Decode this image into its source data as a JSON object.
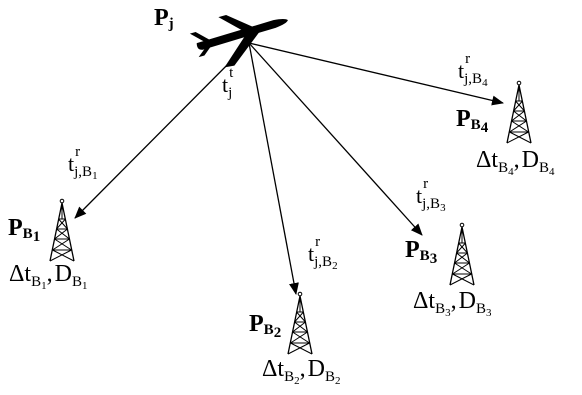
{
  "aircraft": {
    "label_base": "P",
    "label_sub": "j",
    "tx_time_base": "t",
    "tx_time_sup": "t",
    "tx_time_sub": "j"
  },
  "towers": [
    {
      "id": "B1",
      "p_base": "P",
      "p_sub": "B",
      "p_subsub": "1",
      "t_base": "t",
      "t_sup": "r",
      "t_sub": "j,B",
      "t_subsub": "1",
      "delta": "Δt",
      "delta_sub": "B",
      "delta_subsub": "1",
      "sep": ",",
      "d": "D",
      "d_sub": "B",
      "d_subsub": "1"
    },
    {
      "id": "B2",
      "p_base": "P",
      "p_sub": "B",
      "p_subsub": "2",
      "t_base": "t",
      "t_sup": "r",
      "t_sub": "j,B",
      "t_subsub": "2",
      "delta": "Δt",
      "delta_sub": "B",
      "delta_subsub": "2",
      "sep": ",",
      "d": "D",
      "d_sub": "B",
      "d_subsub": "2"
    },
    {
      "id": "B3",
      "p_base": "P",
      "p_sub": "B",
      "p_subsub": "3",
      "t_base": "t",
      "t_sup": "r",
      "t_sub": "j,B",
      "t_subsub": "3",
      "delta": "Δt",
      "delta_sub": "B",
      "delta_subsub": "3",
      "sep": ",",
      "d": "D",
      "d_sub": "B",
      "d_subsub": "3"
    },
    {
      "id": "B4",
      "p_base": "P",
      "p_sub": "B",
      "p_subsub": "4",
      "t_base": "t",
      "t_sup": "r",
      "t_sub": "j,B",
      "t_subsub": "4",
      "delta": "Δt",
      "delta_sub": "B",
      "delta_subsub": "4",
      "sep": ",",
      "d": "D",
      "d_sub": "B",
      "d_subsub": "4"
    }
  ]
}
